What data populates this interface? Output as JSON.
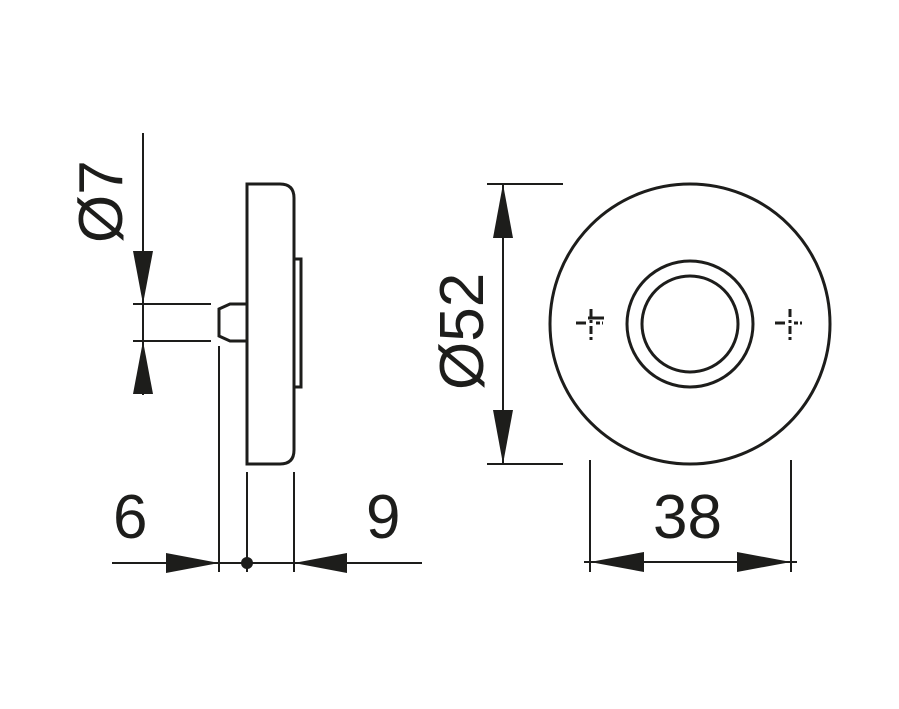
{
  "dimensions": {
    "spindle_diameter": "Ø7",
    "rose_diameter": "Ø52",
    "spindle_length": "6",
    "rose_depth": "9",
    "rose_inner_width": "38"
  },
  "colors": {
    "line": "#1d1d1b",
    "background": "#ffffff"
  }
}
